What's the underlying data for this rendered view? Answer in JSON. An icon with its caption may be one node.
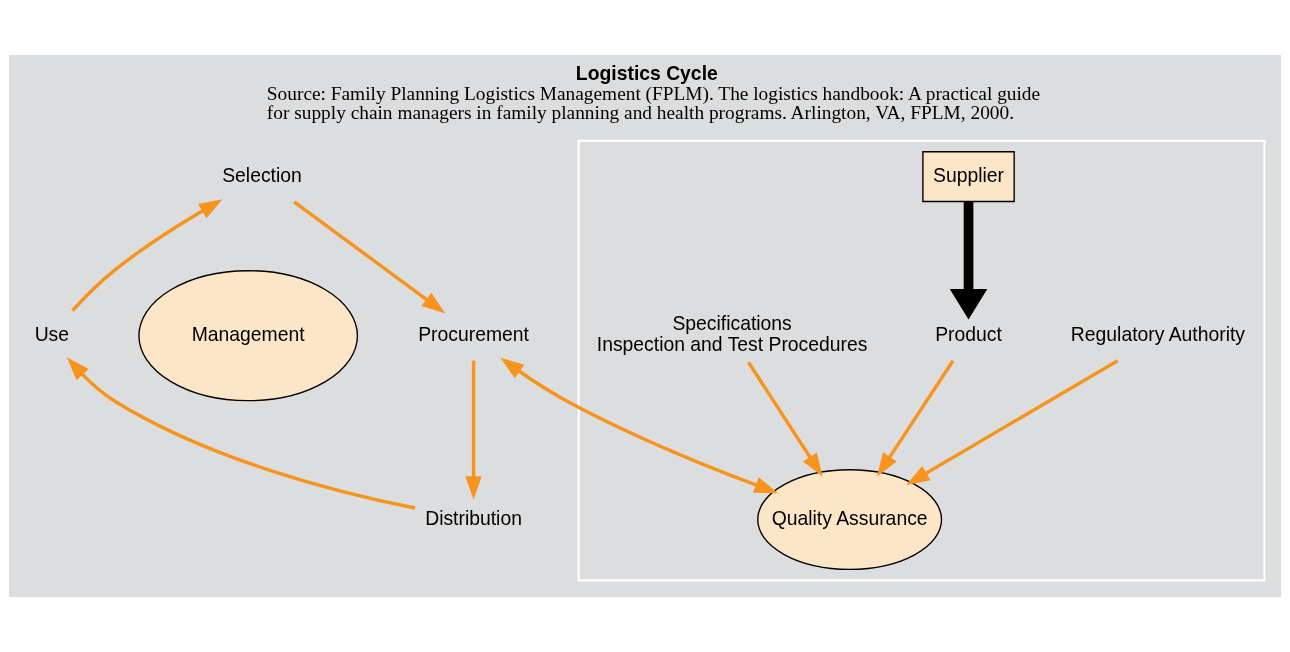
{
  "diagram": {
    "title": "Logistics Cycle",
    "caption": "Source: Family Planning Logistics Management (FPLM). The logistics handbook: A practical guide for supply chain managers in family planning and health programs. Arlington, VA, FPLM, 2000.",
    "nodes": [
      {
        "text": [
          "Selection"
        ]
      },
      {
        "text": [
          "Use"
        ]
      },
      {
        "text": [
          "Management"
        ]
      },
      {
        "text": [
          "Procurement"
        ]
      },
      {
        "text": [
          "Distribution"
        ]
      },
      {
        "text": [],
        "shape": "box"
      },
      {
        "text": [
          "Regulatory Authority"
        ],
        "in": 5
      },
      {
        "text": [
          "Supplier"
        ],
        "in": 5
      },
      {
        "text": [
          "Quality Assurance"
        ],
        "in": 5
      },
      {
        "text": [
          "Product"
        ],
        "in": 5
      },
      {
        "text": [
          "Specifications",
          "Inspection and Test Procedures"
        ],
        "in": 5
      }
    ],
    "edges": [
      {
        "from": 1,
        "to": 0,
        "arrow": "to"
      },
      {
        "from": 0,
        "to": 3,
        "arrow": "to"
      },
      {
        "from": 3,
        "to": 4,
        "arrow": "to"
      },
      {
        "from": 4,
        "to": 1,
        "arrow": "to"
      },
      {
        "from": 3,
        "to": 8,
        "arrow": "both"
      },
      {
        "from": 6,
        "to": 8,
        "arrow": "to"
      },
      {
        "from": 7,
        "to": 9,
        "arrow": "to",
        "style": "thick",
        "color": "#000000"
      },
      {
        "from": 9,
        "to": 8,
        "arrow": "to"
      },
      {
        "from": 10,
        "to": 8,
        "arrow": "to"
      }
    ]
  }
}
